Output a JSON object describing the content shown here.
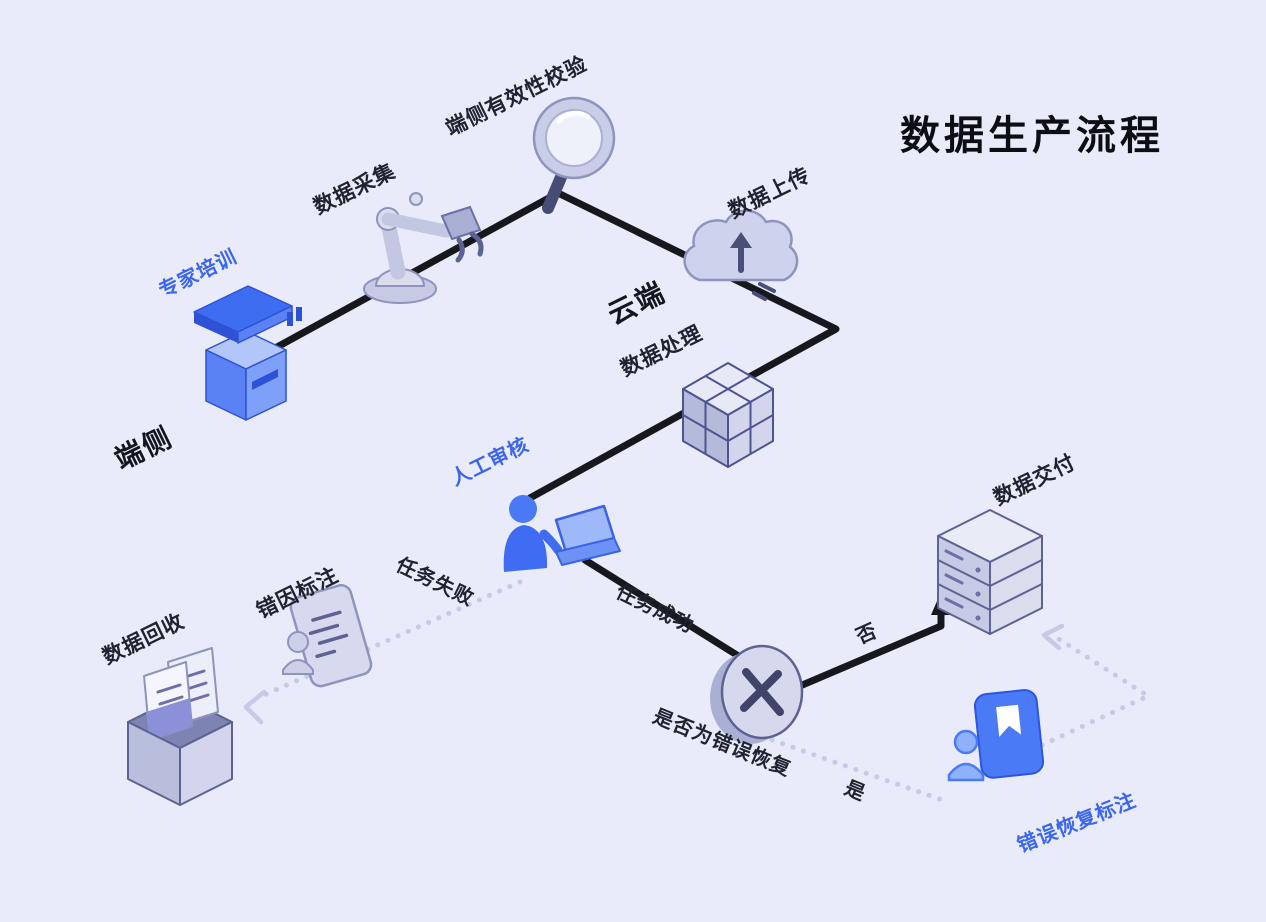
{
  "title": "数据生产流程",
  "zones": {
    "device": "端侧",
    "cloud": "云端"
  },
  "nodes": {
    "expert_training": "专家培训",
    "data_collection": "数据采集",
    "device_validation": "端侧有效性校验",
    "data_upload": "数据上传",
    "data_processing": "数据处理",
    "manual_review": "人工审核",
    "error_cause_annotation": "错因标注",
    "data_recycle": "数据回收",
    "decision": "是否为错误恢复",
    "data_delivery": "数据交付",
    "error_recovery_annotation": "错误恢复标注"
  },
  "edges": {
    "task_failed": "任务失败",
    "task_success": "任务成功",
    "no": "否",
    "yes": "是"
  },
  "icons": {
    "expert_training": "podium-icon",
    "data_collection": "robot-arm-icon",
    "device_validation": "magnifier-icon",
    "data_upload": "cloud-upload-icon",
    "data_processing": "cube-icon",
    "manual_review": "person-laptop-icon",
    "error_cause_annotation": "document-person-icon",
    "data_recycle": "recycle-box-icon",
    "decision": "decision-x-icon",
    "data_delivery": "server-icon",
    "error_recovery_annotation": "person-book-icon"
  },
  "colors": {
    "background": "#e9ebfa",
    "accent_blue": "#3b66f0",
    "icon_blue": "#4a79f6",
    "icon_blue_dark": "#2d52d6",
    "line_black": "#17181d",
    "lavender": "#c9cde8",
    "lavender_dark": "#8e94be",
    "dotted": "#c6cae6",
    "label_dark": "#1f232e"
  }
}
